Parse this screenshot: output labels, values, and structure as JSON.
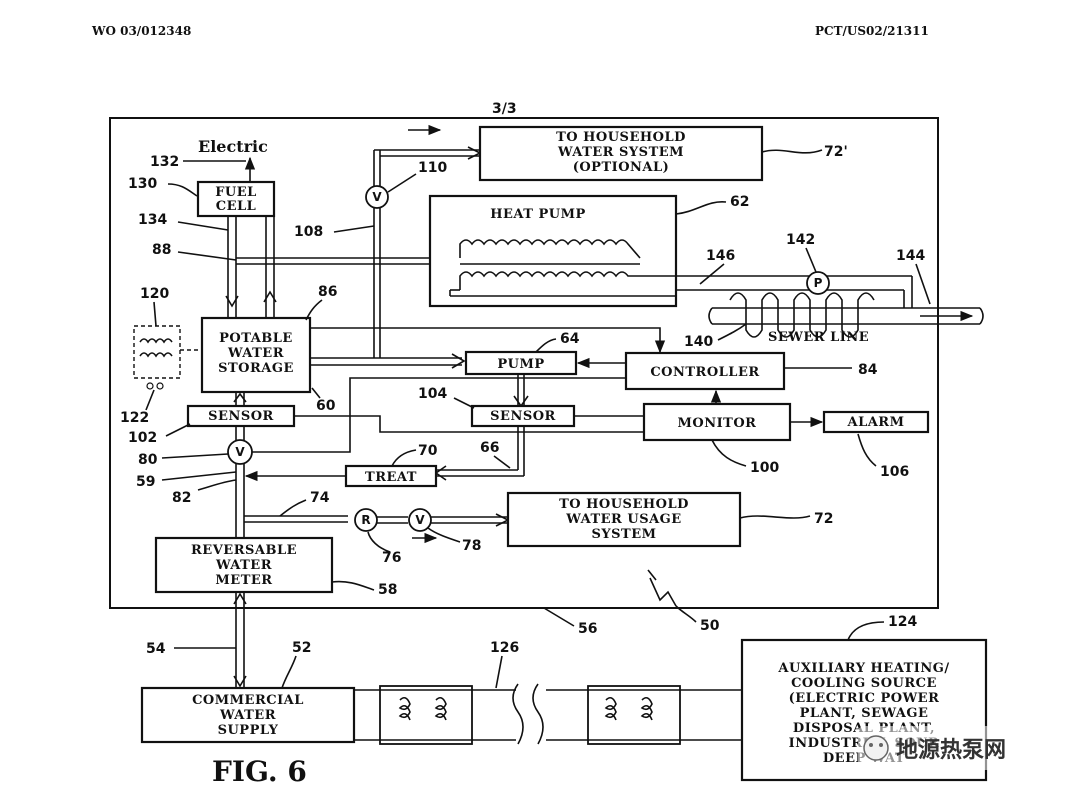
{
  "header": {
    "left": "WO 03/012348",
    "right": "PCT/US02/21311",
    "sheet": "3/3"
  },
  "figure_label": "FIG. 6",
  "watermark": "地源热泵网",
  "labels": {
    "electric": "Electric",
    "fuel_cell": [
      "FUEL",
      "CELL"
    ],
    "to_household_water": [
      "TO HOUSEHOLD",
      "WATER SYSTEM",
      "(OPTIONAL)"
    ],
    "heat_pump": "HEAT PUMP",
    "sewer_line": "SEWER LINE",
    "potable_water_storage": [
      "POTABLE",
      "WATER",
      "STORAGE"
    ],
    "pump": "PUMP",
    "controller": "CONTROLLER",
    "sensor_left": "SENSOR",
    "sensor_right": "SENSOR",
    "monitor": "MONITOR",
    "alarm": "ALARM",
    "treat": "TREAT",
    "to_household_usage": [
      "TO HOUSEHOLD",
      "WATER USAGE",
      "SYSTEM"
    ],
    "reversable_meter": [
      "REVERSABLE",
      "WATER",
      "METER"
    ],
    "commercial_supply": [
      "COMMERCIAL",
      "WATER",
      "SUPPLY"
    ],
    "auxiliary": [
      "AUXILIARY HEATING/",
      "COOLING SOURCE",
      "(ELECTRIC POWER",
      "PLANT, SEWAGE",
      "DISPOSAL PLANT,",
      "INDUSTRIAL SOUR",
      "DEEP WAT"
    ],
    "valve_v": "V",
    "regulator_r": "R",
    "pump_p": "P"
  },
  "refs": {
    "r132": "132",
    "r130": "130",
    "r134": "134",
    "r88": "88",
    "r120": "120",
    "r122": "122",
    "r86": "86",
    "r60": "60",
    "r102": "102",
    "r80": "80",
    "r59": "59",
    "r82": "82",
    "r108": "108",
    "r110": "110",
    "r72p": "72'",
    "r62": "62",
    "r142": "142",
    "r144": "144",
    "r146": "146",
    "r140": "140",
    "r64": "64",
    "r84": "84",
    "r104": "104",
    "r100": "100",
    "r106": "106",
    "r70": "70",
    "r66": "66",
    "r74": "74",
    "r76": "76",
    "r78": "78",
    "r72": "72",
    "r58": "58",
    "r50": "50",
    "r56": "56",
    "r54": "54",
    "r52": "52",
    "r126": "126",
    "r124": "124"
  }
}
